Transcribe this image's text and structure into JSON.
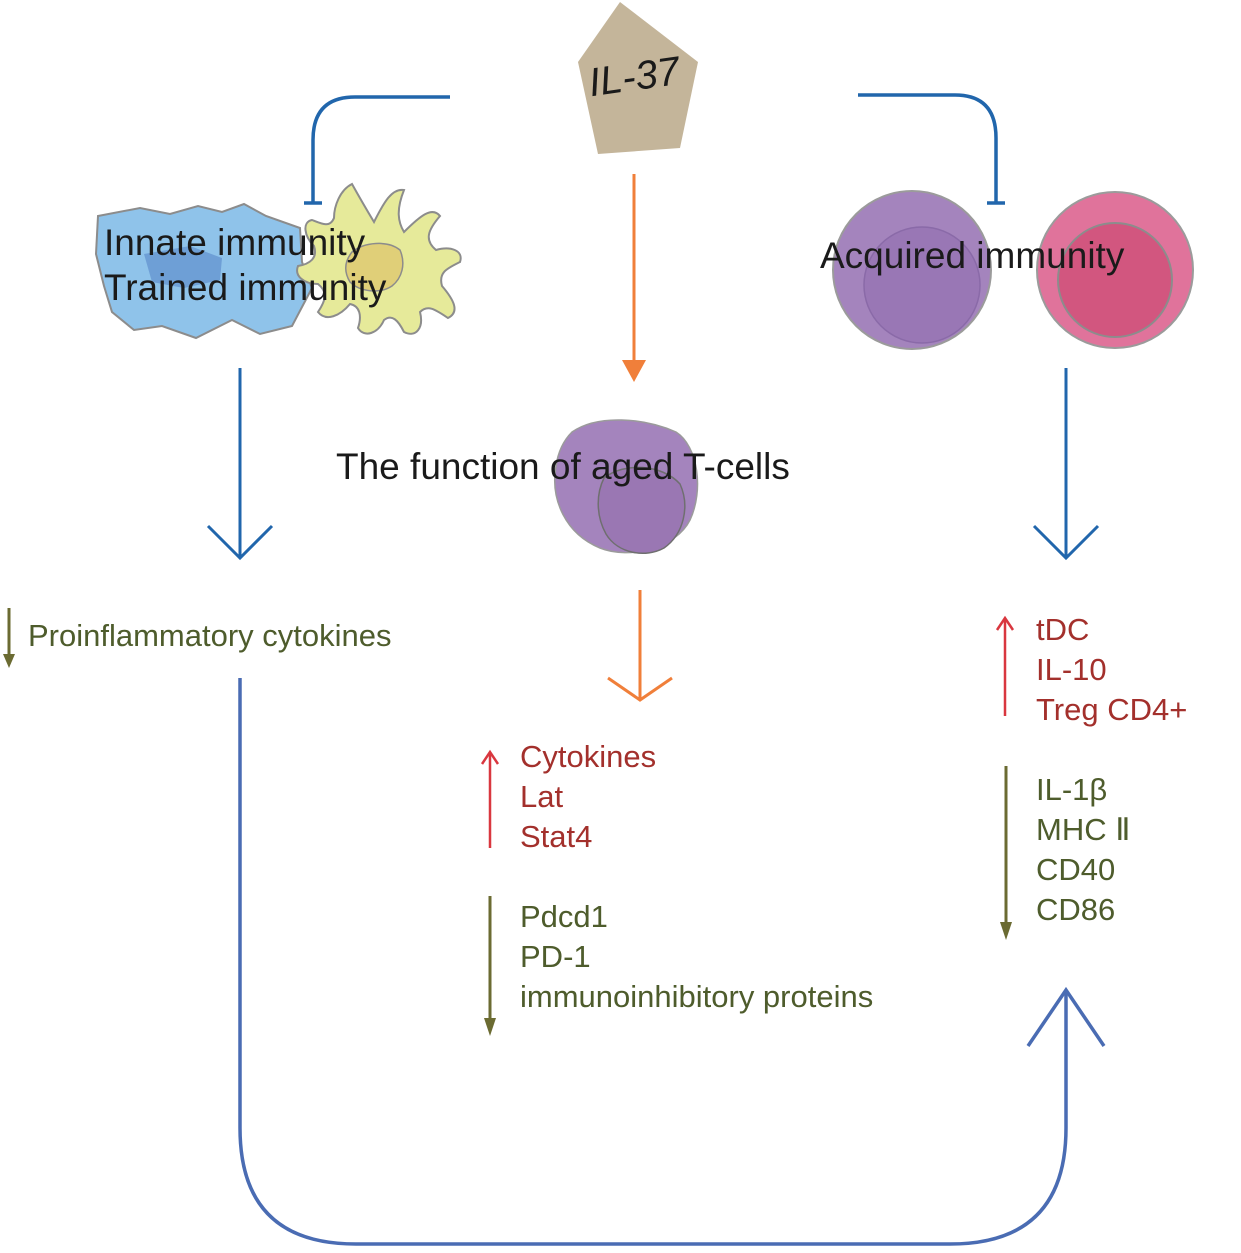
{
  "center": {
    "molecule": "IL-37",
    "aged_t_cells": "The function of aged T-cells",
    "up_items": [
      "Cytokines",
      "Lat",
      "Stat4"
    ],
    "down_items": [
      "Pdcd1",
      "PD-1",
      "immunoinhibitory proteins"
    ]
  },
  "left": {
    "line1": "Innate immunity",
    "line2": "Trained immunity",
    "effect": "Proinflammatory cytokines"
  },
  "right": {
    "title": "Acquired immunity",
    "up_items": [
      "tDC",
      "IL-10",
      "Treg CD4+"
    ],
    "down_items": [
      "IL-1β",
      "MHC Ⅱ",
      "CD40",
      "CD86"
    ]
  },
  "colors": {
    "inhibit_line": "#2166ac",
    "blue_arrow": "#2166ac",
    "loop_arrow": "#4a6cb3",
    "orange_arrow": "#f07f3a",
    "up_arrow": "#d9373f",
    "down_arrow": "#6b6b32",
    "up_text": "#a3302c",
    "down_text": "#4e5c2c",
    "pentagon": "#c4b59a",
    "macrophage": "#8fc3ea",
    "dendritic_cell": "#e6ea9a",
    "purple_cell": "#a484bd",
    "pink_cell": "#e0739b"
  }
}
